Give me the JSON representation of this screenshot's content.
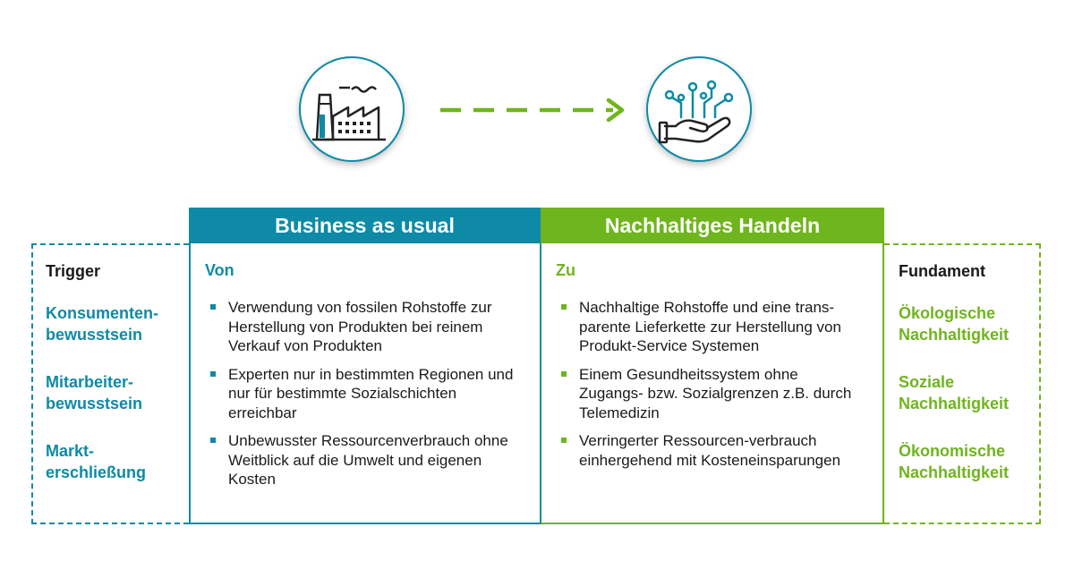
{
  "colors": {
    "teal": "#0e8aa6",
    "green": "#6fb51d"
  },
  "icons": {
    "left": "factory-icon",
    "right": "digital-hand-icon",
    "arrow": "dashed-arrow-icon"
  },
  "business_as_usual": {
    "header": "Business as usual",
    "subtitle": "Von",
    "items": [
      "Verwendung von fossilen Rohstoffe zur Herstellung von Produkten bei reinem Verkauf von Produkten",
      "Experten nur in bestimmten Regionen und nur für bestimmte Sozialschichten erreichbar",
      "Unbewusster Ressourcenverbrauch ohne Weitblick auf die Umwelt und eigenen Kosten"
    ]
  },
  "nachhaltiges_handeln": {
    "header": "Nachhaltiges Handeln",
    "subtitle": "Zu",
    "items": [
      "Nachhaltige Rohstoffe und eine trans-parente Lieferkette zur Herstellung von Produkt-Service Systemen",
      "Einem Gesundheitssystem ohne Zugangs- bzw. Sozialgrenzen z.B. durch Telemedizin",
      "Verringerter Ressourcen-verbrauch einhergehend mit Kosteneinsparungen"
    ]
  },
  "trigger": {
    "title": "Trigger",
    "items": [
      [
        "Konsumenten-",
        "bewusstsein"
      ],
      [
        "Mitarbeiter-",
        "bewusstsein"
      ],
      [
        "Markt-",
        "erschließung"
      ]
    ]
  },
  "fundament": {
    "title": "Fundament",
    "items": [
      [
        "Ökologische",
        "Nachhaltigkeit"
      ],
      [
        "Soziale",
        "Nachhaltigkeit"
      ],
      [
        "Ökonomische",
        "Nachhaltigkeit"
      ]
    ]
  }
}
